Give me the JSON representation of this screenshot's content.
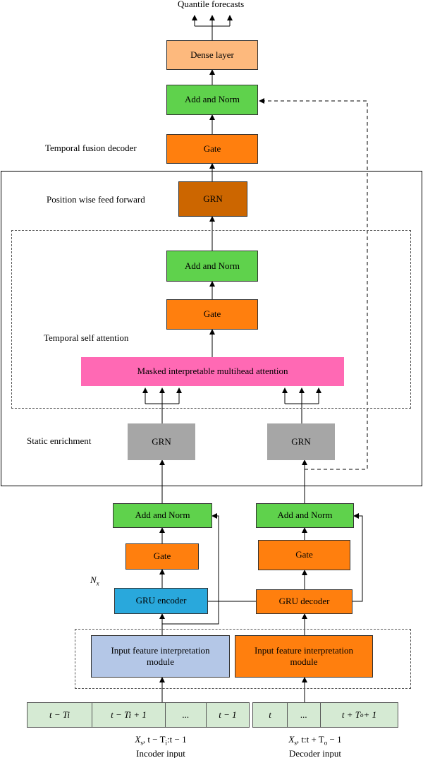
{
  "output_label": "Quantile forecasts",
  "decoder": {
    "dense_layer": "Dense layer",
    "add_norm": "Add and Norm",
    "gate": "Gate",
    "label": "Temporal fusion decoder"
  },
  "ff": {
    "label": "Position wise feed forward",
    "grn": "GRN"
  },
  "attention": {
    "add_norm": "Add and Norm",
    "gate": "Gate",
    "label": "Temporal self attention",
    "masked": "Masked interpretable multihead attention"
  },
  "enrichment": {
    "label": "Static enrichment",
    "grn_left": "GRN",
    "grn_right": "GRN"
  },
  "encoder_side": {
    "add_norm": "Add and Norm",
    "gate": "Gate",
    "gru": "GRU encoder",
    "input_module": "Input feature interpretation module",
    "cells": [
      "t − Ti",
      "t − Ti + 1",
      "...",
      "t − 1"
    ],
    "caption_math": "X",
    "caption_sub": "s",
    "caption_rest": ", t − T",
    "caption_sub2": "i",
    "caption_end": ":t − 1",
    "caption_name": "Incoder input"
  },
  "decoder_side": {
    "add_norm": "Add and Norm",
    "gate": "Gate",
    "gru": "GRU decoder",
    "input_module": "Input feature interpretation module",
    "cells": [
      "t",
      "...",
      "t + T",
      "o",
      " + 1"
    ],
    "caption_math": "X",
    "caption_sub": "s",
    "caption_rest": ", t:t + T",
    "caption_sub2": "o",
    "caption_end": " − 1",
    "caption_name": "Decoder input"
  },
  "nx_label": "N",
  "nx_sub": "x",
  "colors": {
    "gate": "#ff7f0e",
    "dense": "#fdb97d",
    "add_norm": "#5fd24c",
    "grn_ff": "#cc6600",
    "attention": "#ff69b4",
    "grn_enrich": "#a6a6a6",
    "gru_encoder": "#29a8dc",
    "input_encoder": "#b4c7e7",
    "input_cells": "#d5ead3"
  }
}
